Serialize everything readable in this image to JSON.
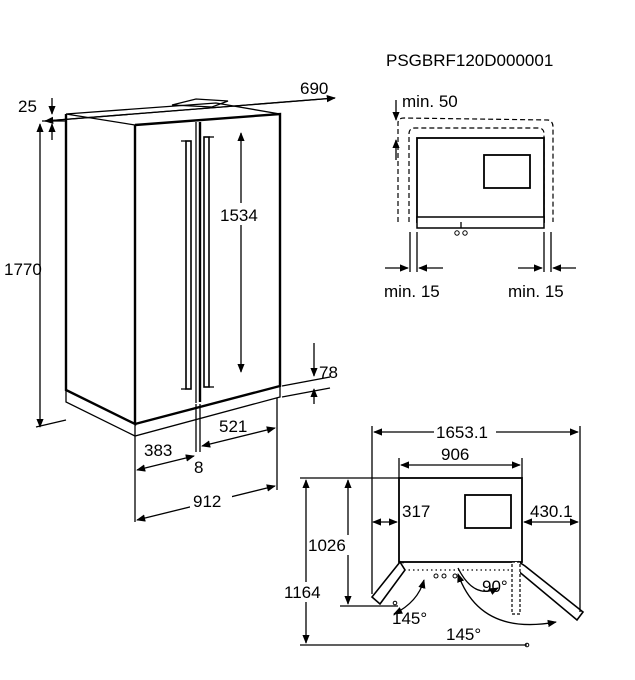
{
  "model_code": "PSGBRF120D000001",
  "fridge": {
    "top_gap": "25",
    "depth": "690",
    "height": "1770",
    "door_height": "1534",
    "base_height": "78",
    "left_door": "383",
    "gap": "8",
    "right_door": "521",
    "width": "912"
  },
  "clearance": {
    "top": "min. 50",
    "left": "min. 15",
    "right": "min. 15"
  },
  "plan": {
    "overall_width": "1653.1",
    "body_width": "906",
    "left_swing": "317",
    "right_swing": "430.1",
    "depth_closed": "1026",
    "depth_open": "1164",
    "angle_left": "145°",
    "angle_right_open": "145°",
    "angle_right": "90°"
  }
}
